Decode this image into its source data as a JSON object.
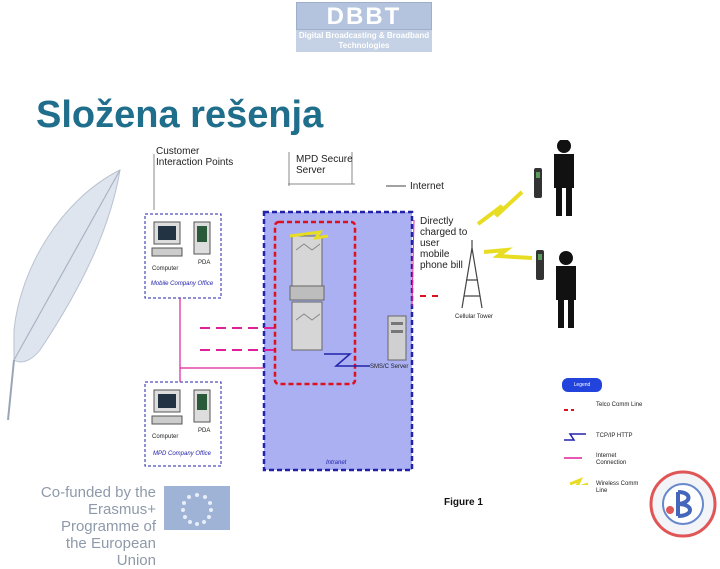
{
  "header": {
    "logo_title": "DBBT",
    "logo_subtitle": "Digital Broadcasting & Broadband Technologies"
  },
  "slide": {
    "title": "Složena rešenja"
  },
  "diagram": {
    "customer_interaction": "Customer Interaction Points",
    "mpd_secure_server": "MPD Secure Server",
    "internet": "Internet",
    "directly_charged": "Directly charged to user mobile phone bill",
    "cellular_tower": "Cellular Tower",
    "sms_server": "SMS/C Server",
    "intranet": "Intranet",
    "mobile_office": {
      "computer": "Computer",
      "pda": "PDA",
      "office": "Mobile Company Office"
    },
    "mpd_office": {
      "computer": "Computer",
      "pda": "PDA",
      "office": "MPD Company Office"
    }
  },
  "legend": {
    "title": "Legend",
    "items": [
      "Telco Comm Line",
      "TCP/IP HTTP",
      "Internet Connection",
      "Wireless Comm Line"
    ]
  },
  "figure_label": "Figure 1",
  "footer": {
    "cofunded": "Co-funded by the Erasmus+ Programme of the European Union"
  },
  "colors": {
    "title": "#1f6e8c",
    "intranet_bg": "#aab0f2",
    "dashed_red": "#dd1122",
    "dashed_blue": "#2222aa",
    "magenta_line": "#dd2299",
    "lightning": "#e8dd22"
  }
}
